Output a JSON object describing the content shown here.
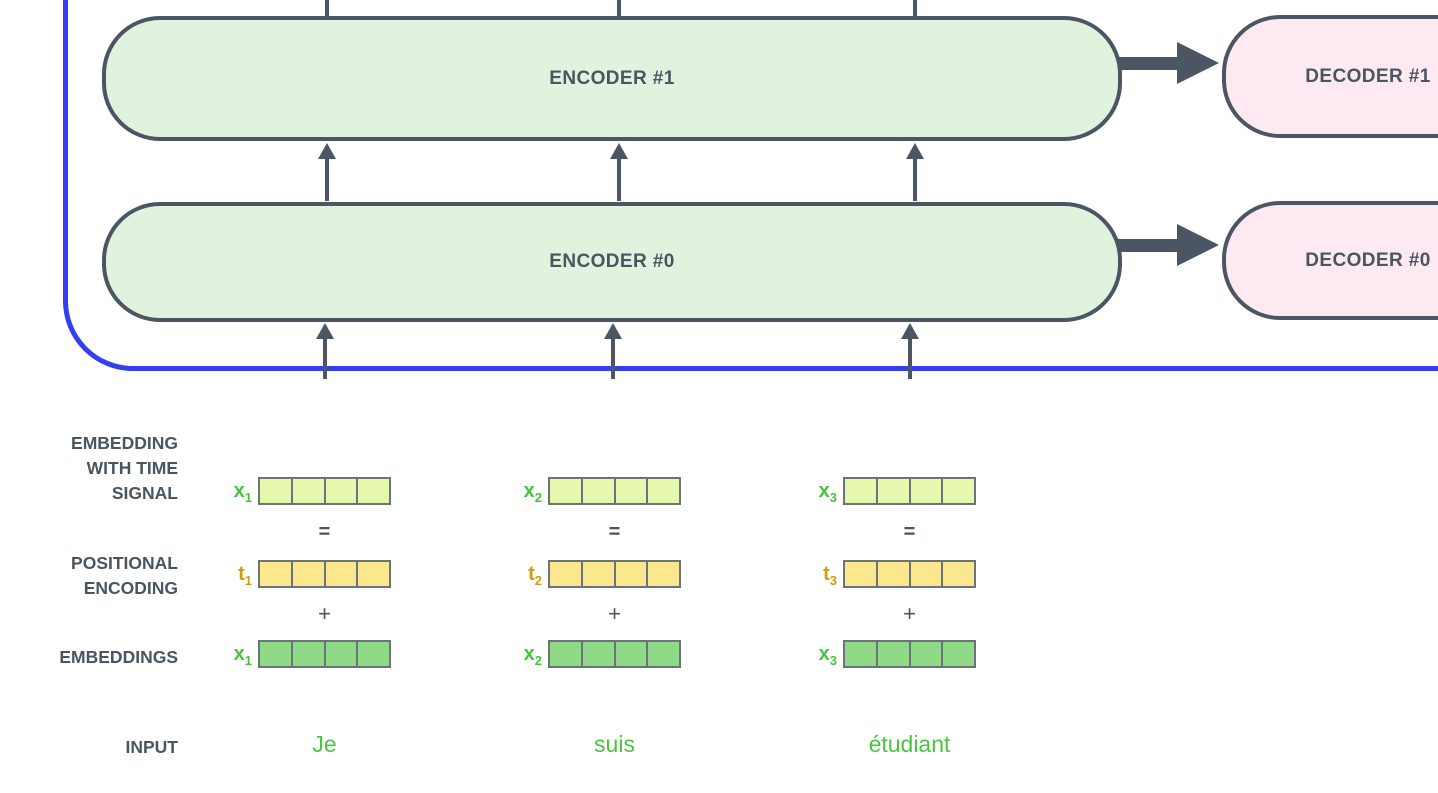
{
  "colors": {
    "outline_blue": "#3340f1",
    "dark_slate": "#4b5563",
    "label_text": "#4a5560",
    "encoder_fill": "#e1f3df",
    "decoder_fill": "#fde9f2",
    "time_signal_cell_fill": "#e6f7ae",
    "positional_cell_fill": "#fbe88d",
    "embedding_cell_fill": "#8fd987",
    "cell_border": "#6b747d",
    "x_label_green": "#45c33b",
    "t_label_gold": "#cf9d08",
    "input_word_green": "#4cc443"
  },
  "encoders": [
    {
      "label": "ENCODER #1"
    },
    {
      "label": "ENCODER #0"
    }
  ],
  "decoders": [
    {
      "label": "DECODER #1"
    },
    {
      "label": "DECODER #0"
    }
  ],
  "row_labels": {
    "embedding_with_time_signal": [
      "EMBEDDING",
      "WITH TIME",
      "SIGNAL"
    ],
    "positional_encoding": [
      "POSITIONAL",
      "ENCODING"
    ],
    "embeddings": "EMBEDDINGS",
    "input": "INPUT"
  },
  "operators": {
    "equals": "=",
    "plus": "+"
  },
  "columns": [
    {
      "time_signal_vector": {
        "base": "x",
        "sub": "1"
      },
      "positional_vector": {
        "base": "t",
        "sub": "1"
      },
      "embedding_vector": {
        "base": "x",
        "sub": "1"
      },
      "input_word": "Je"
    },
    {
      "time_signal_vector": {
        "base": "x",
        "sub": "2"
      },
      "positional_vector": {
        "base": "t",
        "sub": "2"
      },
      "embedding_vector": {
        "base": "x",
        "sub": "2"
      },
      "input_word": "suis"
    },
    {
      "time_signal_vector": {
        "base": "x",
        "sub": "3"
      },
      "positional_vector": {
        "base": "t",
        "sub": "3"
      },
      "embedding_vector": {
        "base": "x",
        "sub": "3"
      },
      "input_word": "étudiant"
    }
  ]
}
